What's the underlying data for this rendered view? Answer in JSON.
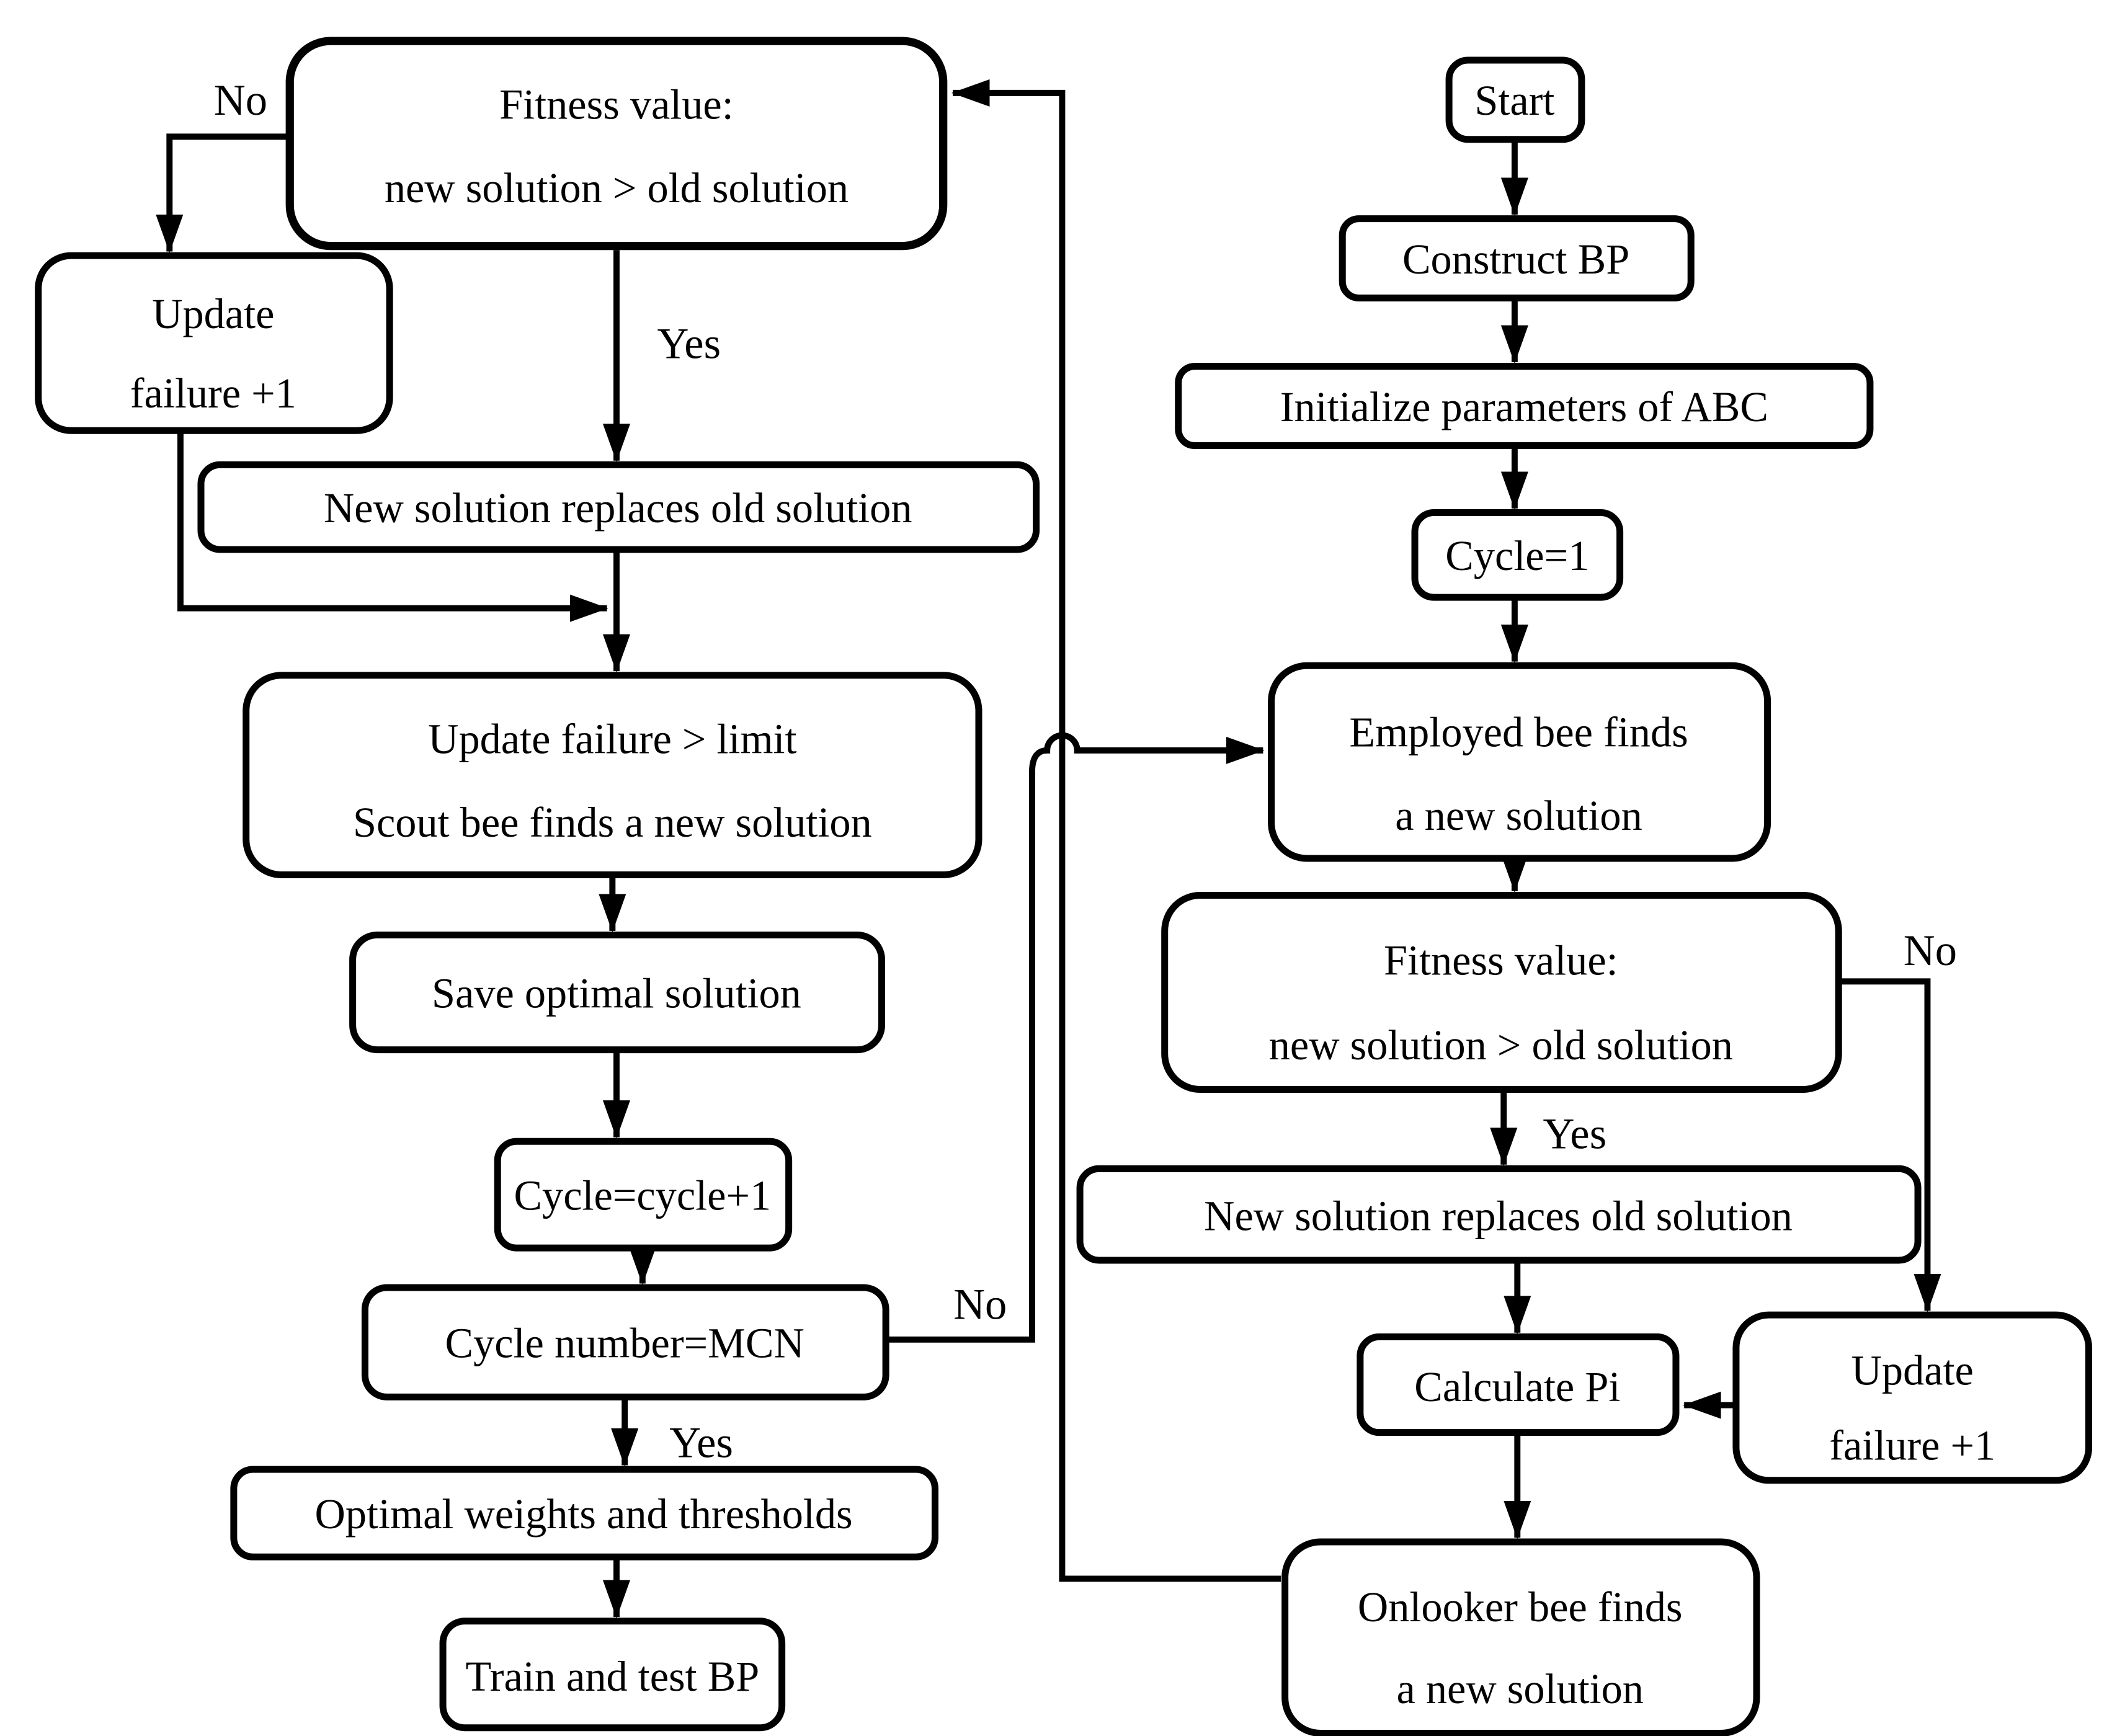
{
  "diagram_title": "ABC-BP algorithm flowchart",
  "colors": {
    "stroke": "#000000",
    "background": "#ffffff"
  },
  "nodes": {
    "fitness_left": {
      "lines": [
        "Fitness value:",
        "new solution > old solution"
      ]
    },
    "update_failure_left": {
      "lines": [
        "Update",
        "failure +1"
      ]
    },
    "new_solution_left": {
      "lines": [
        "New solution replaces old solution"
      ]
    },
    "update_limit_scout": {
      "lines": [
        "Update failure > limit",
        "Scout bee finds a new solution"
      ]
    },
    "save_optimal": {
      "lines": [
        "Save optimal solution"
      ]
    },
    "cycle_increment": {
      "lines": [
        "Cycle=cycle+1"
      ]
    },
    "cycle_mcn": {
      "lines": [
        "Cycle number=MCN"
      ]
    },
    "optimal_weights": {
      "lines": [
        "Optimal weights and thresholds"
      ]
    },
    "train_test_bp": {
      "lines": [
        "Train and test BP"
      ]
    },
    "start": {
      "lines": [
        "Start"
      ]
    },
    "construct_bp": {
      "lines": [
        "Construct BP"
      ]
    },
    "init_abc": {
      "lines": [
        "Initialize parameters of ABC"
      ]
    },
    "cycle_one": {
      "lines": [
        "Cycle=1"
      ]
    },
    "employed_bee": {
      "lines": [
        "Employed bee finds",
        "a new solution"
      ]
    },
    "fitness_right": {
      "lines": [
        "Fitness value:",
        "new solution > old solution"
      ]
    },
    "new_solution_right": {
      "lines": [
        "New solution replaces old solution"
      ]
    },
    "calculate_pi": {
      "lines": [
        "Calculate Pi"
      ]
    },
    "update_failure_right": {
      "lines": [
        "Update",
        "failure +1"
      ]
    },
    "onlooker_bee": {
      "lines": [
        "Onlooker bee finds",
        "a new solution"
      ]
    }
  },
  "edge_labels": {
    "no_top_left": "No",
    "yes_left": "Yes",
    "no_mcn": "No",
    "yes_mcn": "Yes",
    "no_right": "No",
    "yes_right": "Yes"
  }
}
